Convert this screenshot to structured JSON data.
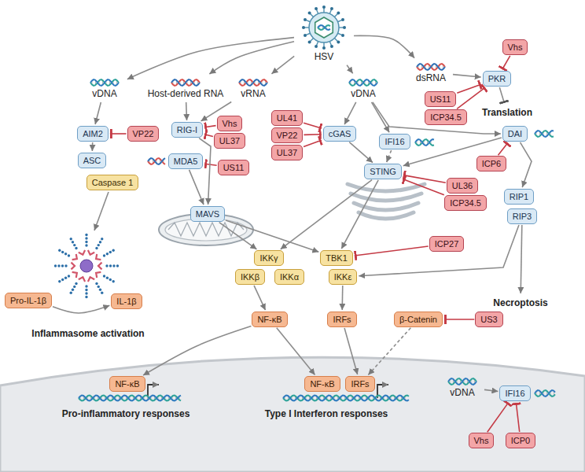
{
  "diagram": {
    "nodes": [
      {
        "text": [
          "HSV"
        ]
      },
      {
        "text": [
          "vDNA"
        ]
      },
      {
        "text": [
          "Host-derived RNA"
        ]
      },
      {
        "text": [
          "vRNA"
        ]
      },
      {
        "text": [
          "dsRNA"
        ]
      },
      {
        "text": [
          "vDNA"
        ]
      },
      {
        "text": [
          "Vhs"
        ]
      },
      {
        "text": [
          "PKR"
        ]
      },
      {
        "text": [
          "US11"
        ]
      },
      {
        "text": [
          "ICP34.5"
        ]
      },
      {
        "text": [
          "Translation"
        ]
      },
      {
        "text": [
          "AIM2"
        ]
      },
      {
        "text": [
          "VP22"
        ]
      },
      {
        "text": [
          "RIG-I"
        ]
      },
      {
        "text": [
          "Vhs"
        ]
      },
      {
        "text": [
          "UL37"
        ]
      },
      {
        "text": [
          "MDA5"
        ]
      },
      {
        "text": [
          "US11"
        ]
      },
      {
        "text": [
          "UL41"
        ]
      },
      {
        "text": [
          "VP22"
        ]
      },
      {
        "text": [
          "UL37"
        ]
      },
      {
        "text": [
          "cGAS"
        ]
      },
      {
        "text": [
          "IFI16"
        ]
      },
      {
        "text": [
          "DAI"
        ]
      },
      {
        "text": [
          "ICP6"
        ]
      },
      {
        "text": [
          "ASC"
        ]
      },
      {
        "text": [
          "Caspase 1"
        ]
      },
      {
        "text": [
          "MAVS"
        ]
      },
      {
        "text": [
          "STING"
        ]
      },
      {
        "text": [
          "UL36"
        ]
      },
      {
        "text": [
          "ICP34.5"
        ]
      },
      {
        "text": [
          "RIP1"
        ]
      },
      {
        "text": [
          "RIP3"
        ]
      },
      {
        "text": [
          "ICP27"
        ]
      },
      {
        "text": [
          "IKKγ"
        ]
      },
      {
        "text": [
          "IKKβ"
        ]
      },
      {
        "text": [
          "IKKα"
        ]
      },
      {
        "text": [
          "TBK1"
        ]
      },
      {
        "text": [
          "IKKε"
        ]
      },
      {
        "text": [
          "Necroptosis"
        ]
      },
      {
        "text": [
          "Pro-IL-1β"
        ]
      },
      {
        "text": [
          "IL-1β"
        ]
      },
      {
        "text": [
          "NF-κB"
        ]
      },
      {
        "text": [
          "IRFs"
        ]
      },
      {
        "text": [
          "β-Catenin"
        ]
      },
      {
        "text": [
          "US3"
        ]
      },
      {
        "text": [
          "NF-κB"
        ]
      },
      {
        "text": [
          "NF-κB"
        ]
      },
      {
        "text": [
          "IRFs"
        ]
      },
      {
        "text": [
          "vDNA"
        ]
      },
      {
        "text": [
          "IFI16"
        ]
      },
      {
        "text": [
          "Vhs"
        ]
      },
      {
        "text": [
          "ICP0"
        ]
      }
    ],
    "edges": [
      {
        "from": 0,
        "to": 1,
        "arrow": "to"
      },
      {
        "from": 0,
        "to": 2,
        "arrow": "to"
      },
      {
        "from": 0,
        "to": 3,
        "arrow": "to"
      },
      {
        "from": 0,
        "to": 5,
        "arrow": "to"
      },
      {
        "from": 0,
        "to": 4,
        "arrow": "to"
      },
      {
        "from": 1,
        "to": 11,
        "arrow": "to"
      },
      {
        "from": 12,
        "to": 11,
        "arrow": "to"
      },
      {
        "from": 11,
        "to": 25,
        "arrow": "to"
      },
      {
        "from": 2,
        "to": 13,
        "arrow": "to"
      },
      {
        "from": 3,
        "to": 13,
        "arrow": "to"
      },
      {
        "from": 14,
        "to": 13,
        "arrow": "to"
      },
      {
        "from": 15,
        "to": 13,
        "arrow": "to"
      },
      {
        "from": 17,
        "to": 16,
        "arrow": "to"
      },
      {
        "from": 13,
        "to": 27,
        "arrow": "to"
      },
      {
        "from": 16,
        "to": 27,
        "arrow": "to"
      },
      {
        "from": 4,
        "to": 7,
        "arrow": "to"
      },
      {
        "from": 6,
        "to": 7,
        "arrow": "to"
      },
      {
        "from": 8,
        "to": 7,
        "arrow": "to"
      },
      {
        "from": 9,
        "to": 7,
        "arrow": "to"
      },
      {
        "from": 7,
        "to": 10,
        "arrow": "to"
      },
      {
        "from": 5,
        "to": 21,
        "arrow": "to"
      },
      {
        "from": 5,
        "to": 22,
        "arrow": "to"
      },
      {
        "from": 5,
        "to": 23,
        "arrow": "to"
      },
      {
        "from": 18,
        "to": 21,
        "arrow": "to"
      },
      {
        "from": 19,
        "to": 21,
        "arrow": "to"
      },
      {
        "from": 20,
        "to": 21,
        "arrow": "to"
      },
      {
        "from": 21,
        "to": 28,
        "arrow": "to"
      },
      {
        "from": 22,
        "to": 28,
        "arrow": "to"
      },
      {
        "from": 23,
        "to": 28,
        "arrow": "to"
      },
      {
        "from": 24,
        "to": 23,
        "arrow": "to"
      },
      {
        "from": 23,
        "to": 31,
        "arrow": "to"
      },
      {
        "from": 32,
        "to": 39,
        "arrow": "to"
      },
      {
        "from": 32,
        "to": 38,
        "arrow": "to"
      },
      {
        "from": 29,
        "to": 28,
        "arrow": "to"
      },
      {
        "from": 30,
        "to": 28,
        "arrow": "to"
      },
      {
        "from": 27,
        "to": 34,
        "arrow": "to"
      },
      {
        "from": 27,
        "to": 37,
        "arrow": "to"
      },
      {
        "from": 28,
        "to": 34,
        "arrow": "to"
      },
      {
        "from": 28,
        "to": 37,
        "arrow": "to"
      },
      {
        "from": 33,
        "to": 37,
        "arrow": "to"
      },
      {
        "from": 35,
        "to": 42,
        "arrow": "to"
      },
      {
        "from": 38,
        "to": 43,
        "arrow": "to"
      },
      {
        "from": 45,
        "to": 44,
        "arrow": "to"
      },
      {
        "from": 42,
        "to": 46,
        "arrow": "to"
      },
      {
        "from": 42,
        "to": 47,
        "arrow": "to"
      },
      {
        "from": 43,
        "to": 48,
        "arrow": "to"
      },
      {
        "from": 44,
        "to": 48,
        "arrow": "to"
      },
      {
        "from": 49,
        "to": 50,
        "arrow": "to"
      },
      {
        "from": 51,
        "to": 50,
        "arrow": "to"
      },
      {
        "from": 52,
        "to": 50,
        "arrow": "to"
      },
      {
        "from": 40,
        "to": 41,
        "arrow": "to"
      }
    ],
    "labels": [
      "Inflammasome activation",
      "Pro-inflammatory responses",
      "Type I Interferon responses"
    ]
  }
}
